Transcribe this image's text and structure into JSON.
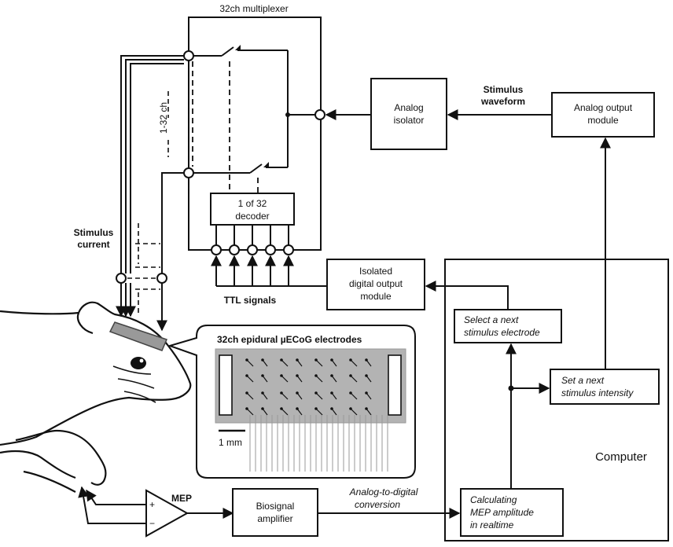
{
  "labels": {
    "multiplexer": "32ch multiplexer",
    "channels": "1-32 ch",
    "stimulus_waveform_1": "Stimulus",
    "stimulus_waveform_2": "waveform",
    "stimulus_current_1": "Stimulus",
    "stimulus_current_2": "current",
    "ttl_signals": "TTL signals",
    "electrodes_title": "32ch epidural µECoG electrodes",
    "scale_bar": "1 mm",
    "mep": "MEP",
    "plus": "+",
    "minus": "−",
    "adc_1": "Analog-to-digital",
    "adc_2": "conversion",
    "computer": "Computer"
  },
  "boxes": {
    "analog_isolator": [
      "Analog",
      "isolator"
    ],
    "analog_output": [
      "Analog output",
      "module"
    ],
    "decoder": [
      "1 of 32",
      "decoder"
    ],
    "digital_output": [
      "Isolated",
      "digital output",
      "module"
    ],
    "select_electrode": [
      "Select a next",
      "stimulus electrode"
    ],
    "set_intensity": [
      "Set a next",
      "stimulus intensity"
    ],
    "biosignal": [
      "Biosignal",
      "amplifier"
    ],
    "calculating": [
      "Calculating",
      "MEP amplitude",
      "in realtime"
    ]
  },
  "colors": {
    "line": "#111111",
    "electrode_array": "#b3b3b3",
    "electrode_strip": "#999999",
    "background": "#ffffff"
  }
}
